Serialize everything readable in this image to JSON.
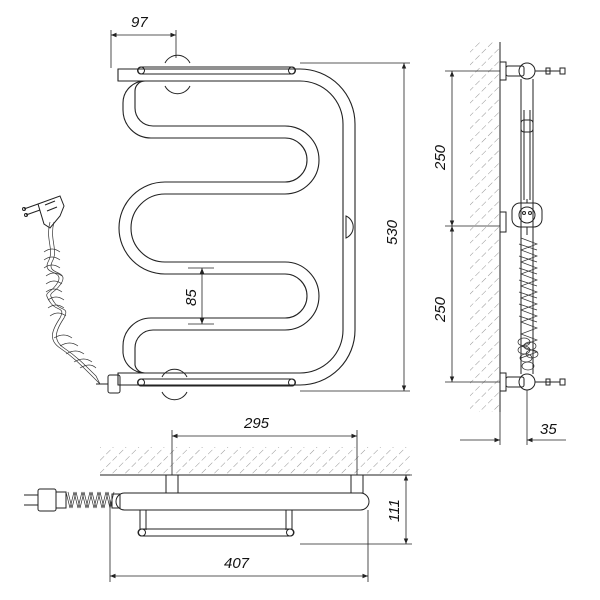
{
  "dimensions": {
    "flange_offset": "97",
    "total_height": "530",
    "mount_upper": "250",
    "mount_lower": "250",
    "coil_pitch": "85",
    "wall_depth": "35",
    "mount_spacing": "295",
    "projection": "111",
    "total_width": "407"
  },
  "colors": {
    "line": "#222222",
    "hatch": "#555555",
    "background": "#ffffff"
  }
}
